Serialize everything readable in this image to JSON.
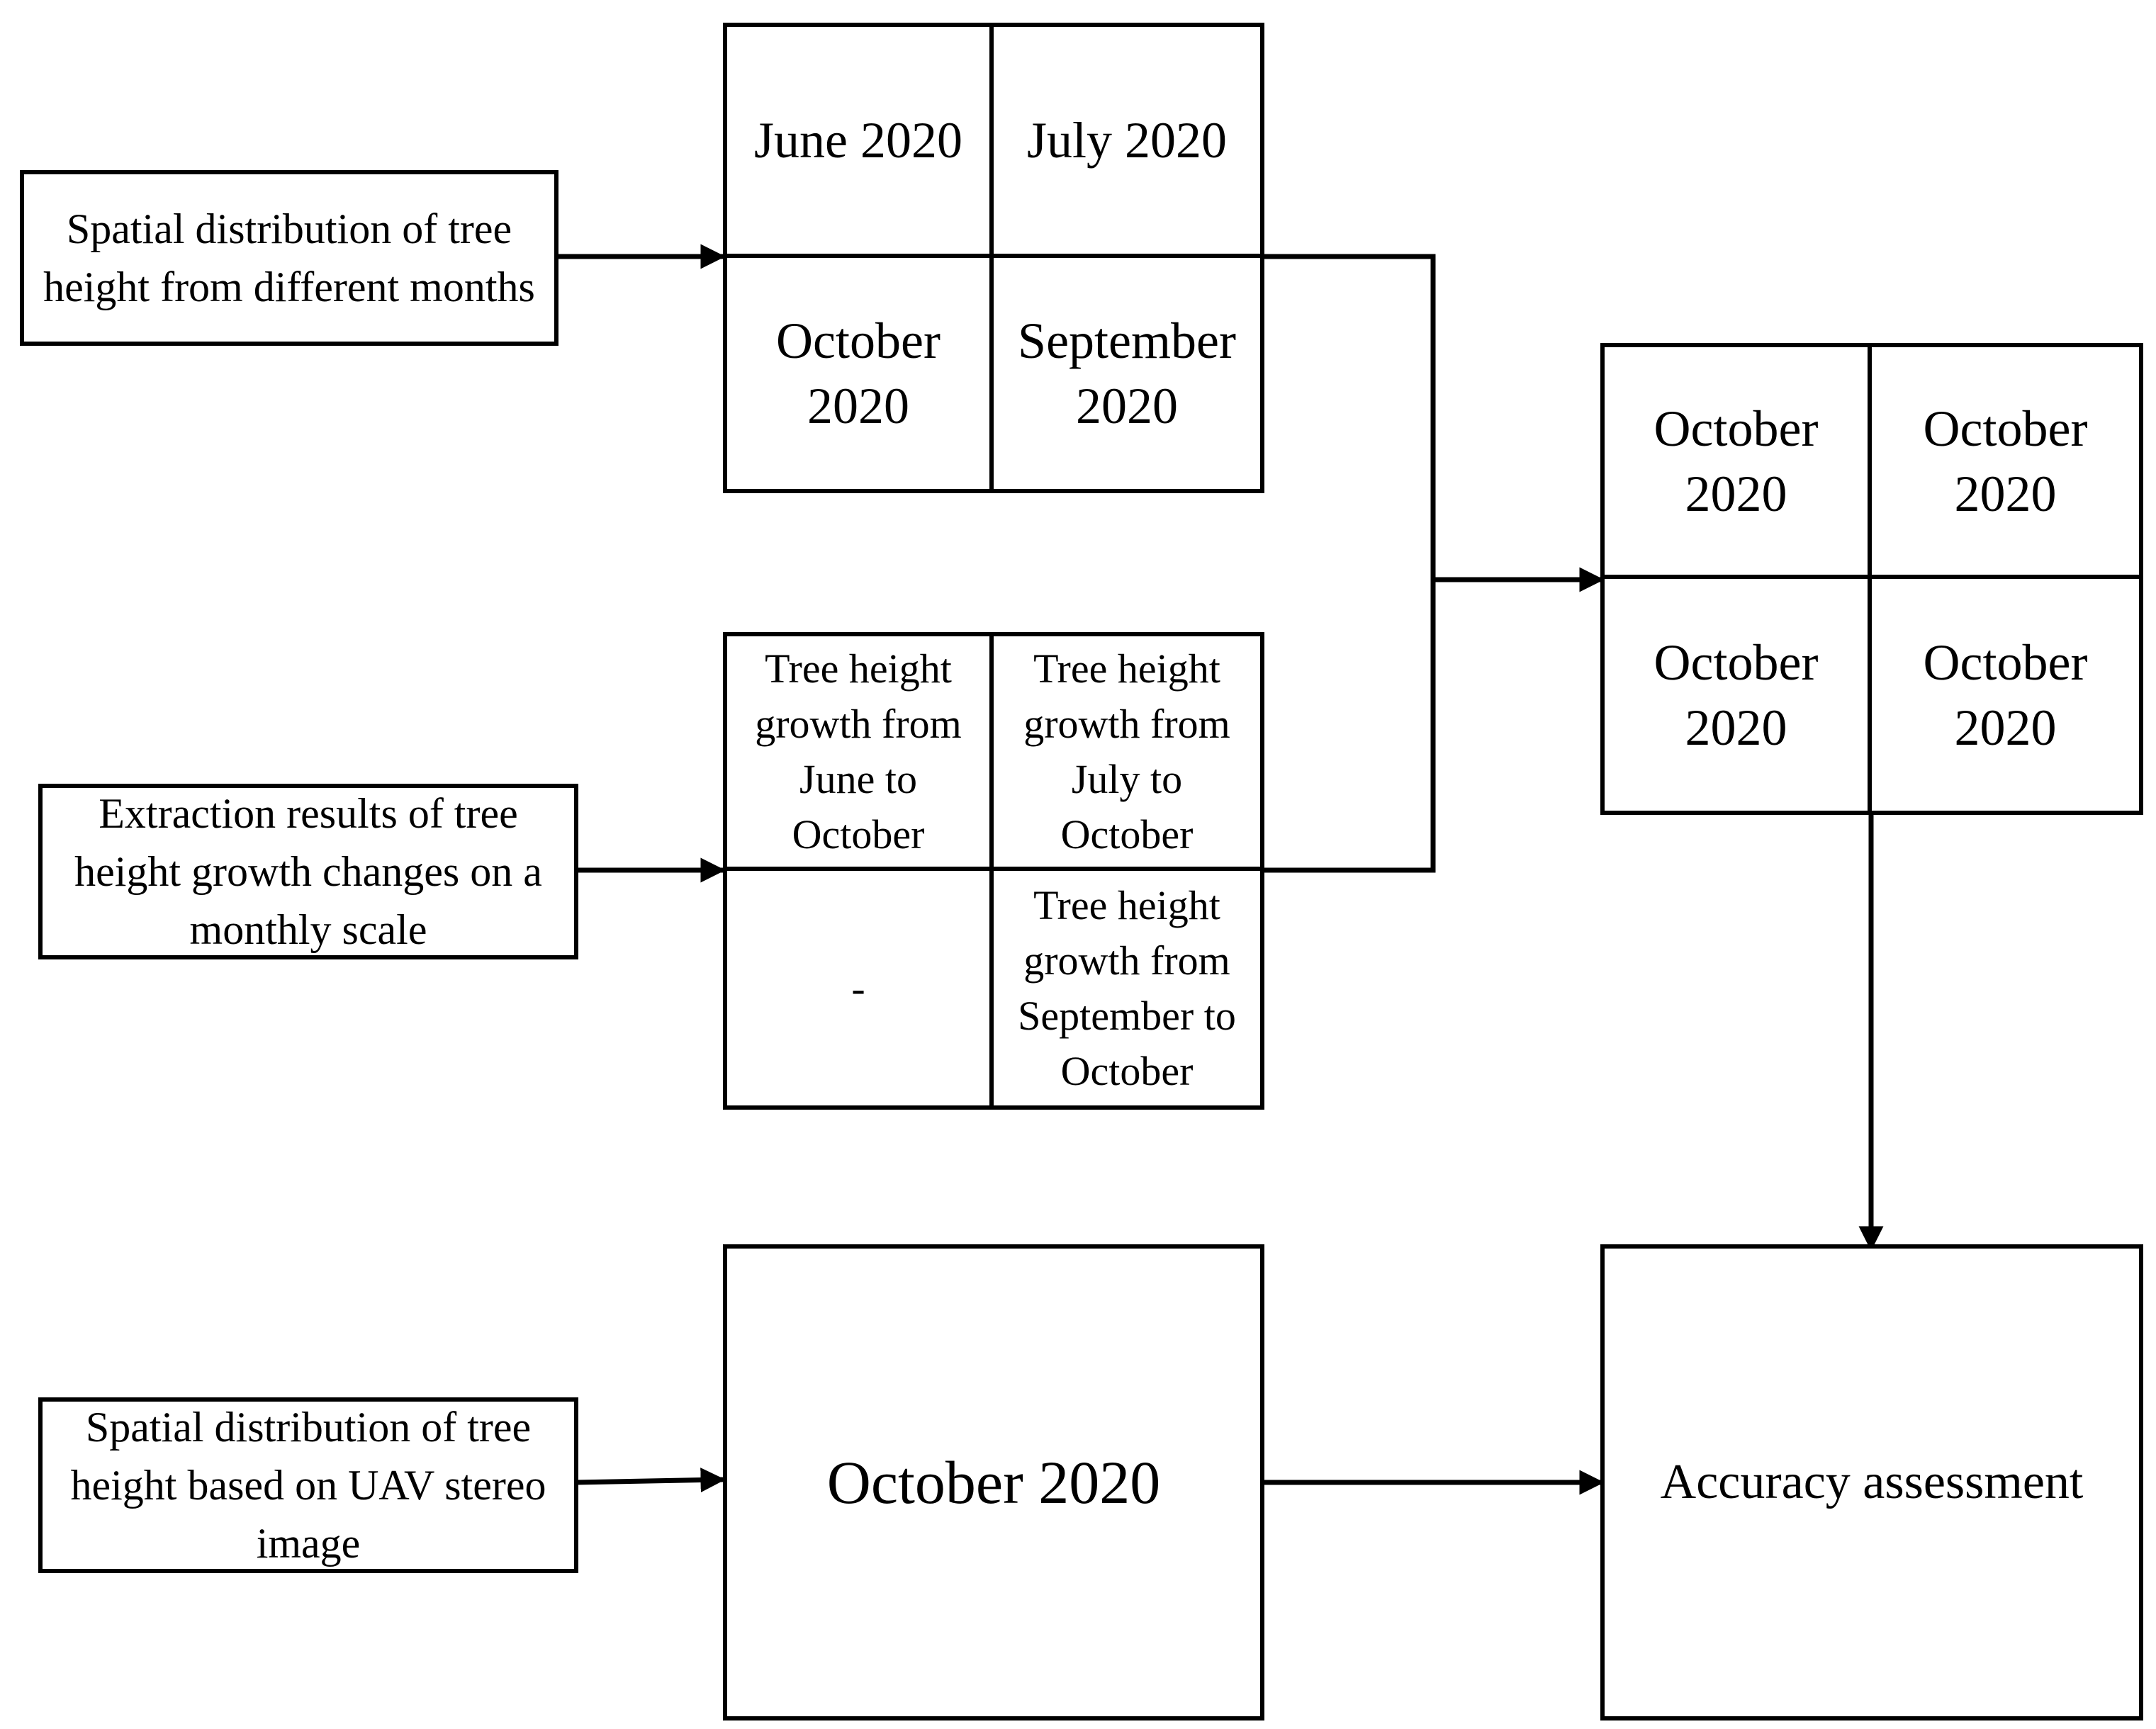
{
  "inputs": {
    "monthly_distribution": "Spatial distribution of tree height from different months",
    "growth_extraction": "Extraction results of tree height growth changes on a monthly scale",
    "uav_distribution": "Spatial distribution of tree height based on UAV stereo image"
  },
  "months_grid": {
    "top_left": "June 2020",
    "top_right": "July 2020",
    "bottom_left": "October 2020",
    "bottom_right": "September 2020"
  },
  "growth_grid": {
    "top_left": "Tree height growth from June to October",
    "top_right": "Tree height growth from July to October",
    "bottom_left": "-",
    "bottom_right": "Tree height growth from September to October"
  },
  "combined_grid": {
    "top_left": "October 2020",
    "top_right": "October 2020",
    "bottom_left": "October 2020",
    "bottom_right": "October 2020"
  },
  "uav_result": "October 2020",
  "accuracy": "Accuracy assessment"
}
